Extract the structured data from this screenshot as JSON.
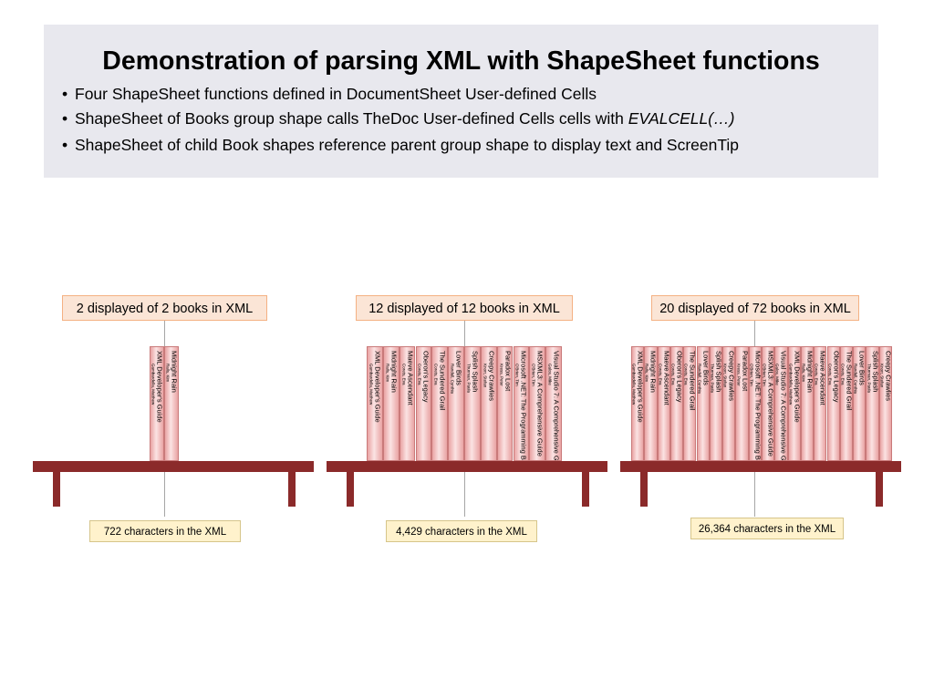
{
  "header": {
    "title": "Demonstration of parsing XML with ShapeSheet functions",
    "bullets": [
      {
        "text": "Four ShapeSheet functions defined in DocumentSheet User-defined Cells",
        "italic": ""
      },
      {
        "text": "ShapeSheet of Books group shape calls TheDoc User-defined Cells cells with ",
        "italic": "EVALCELL(…)"
      },
      {
        "text": "ShapeSheet of child Book shapes reference parent group shape to display text and ScreenTip",
        "italic": ""
      }
    ],
    "bullet_symbol": "•"
  },
  "shelves": [
    {
      "callout": "2 displayed of 2 books in XML",
      "chars": "722 characters in the XML",
      "books": [
        {
          "title": "XML Developer's Guide",
          "author": "Gambardella, Matthew"
        },
        {
          "title": "Midnight Rain",
          "author": "Ralls, Kim"
        }
      ]
    },
    {
      "callout": "12 displayed of 12 books in XML",
      "chars": "4,429 characters in the XML",
      "books": [
        {
          "title": "XML Developer's Guide",
          "author": "Gambardella, Matthew"
        },
        {
          "title": "Midnight Rain",
          "author": "Ralls, Kim"
        },
        {
          "title": "Maeve Ascendant",
          "author": "Corets, Eva"
        },
        {
          "title": "Oberon's Legacy",
          "author": "Corets, Eva"
        },
        {
          "title": "The Sundered Grail",
          "author": "Corets, Eva"
        },
        {
          "title": "Lover Birds",
          "author": "Randall, Cynthia"
        },
        {
          "title": "Splish Splash",
          "author": "Thurman, Paula"
        },
        {
          "title": "Creepy Crawlies",
          "author": "Knorr, Stefan"
        },
        {
          "title": "Paradox Lost",
          "author": "Kress, Peter"
        },
        {
          "title": "Microsoft .NET: The Programming Bible",
          "author": "O'Brien, Tim"
        },
        {
          "title": "MSXML3: A Comprehensive Guide",
          "author": "O'Brien, Tim"
        },
        {
          "title": "Visual Studio 7: A Comprehensive Guide",
          "author": "Galos, Mike"
        }
      ]
    },
    {
      "callout": "20 displayed of 72 books in XML",
      "chars": "26,364 characters in the XML",
      "books": [
        {
          "title": "XML Developer's Guide",
          "author": "Gambardella, Matthew"
        },
        {
          "title": "Midnight Rain",
          "author": "Ralls, Kim"
        },
        {
          "title": "Maeve Ascendant",
          "author": "Corets, Eva"
        },
        {
          "title": "Oberon's Legacy",
          "author": "Corets, Eva"
        },
        {
          "title": "The Sundered Grail",
          "author": "Corets, Eva"
        },
        {
          "title": "Lover Birds",
          "author": "Randall, Cynthia"
        },
        {
          "title": "Splish Splash",
          "author": "Thurman, Paula"
        },
        {
          "title": "Creepy Crawlies",
          "author": "Knorr, Stefan"
        },
        {
          "title": "Paradox Lost",
          "author": "Kress, Peter"
        },
        {
          "title": "Microsoft .NET: The Programming Bible",
          "author": "O'Brien, Tim"
        },
        {
          "title": "MSXML3: A Comprehensive Guide",
          "author": "O'Brien, Tim"
        },
        {
          "title": "Visual Studio 7: A Comprehensive Guide",
          "author": "Galos, Mike"
        },
        {
          "title": "XML Developer's Guide",
          "author": "Gambardella, Matthew"
        },
        {
          "title": "Midnight Rain",
          "author": "Ralls, Kim"
        },
        {
          "title": "Maeve Ascendant",
          "author": "Corets, Eva"
        },
        {
          "title": "Oberon's Legacy",
          "author": "Corets, Eva"
        },
        {
          "title": "The Sundered Grail",
          "author": "Corets, Eva"
        },
        {
          "title": "Lover Birds",
          "author": "Randall, Cynthia"
        },
        {
          "title": "Splish Splash",
          "author": "Thurman, Paula"
        },
        {
          "title": "Creepy Crawlies",
          "author": "Knorr, Stefan"
        }
      ]
    }
  ],
  "colors": {
    "header_bg": "#e8e8ee",
    "shelf": "#8b2a2a",
    "book": "#e9a3a3",
    "callout_bg": "#fbe5d6",
    "chars_bg": "#fff2cc"
  }
}
